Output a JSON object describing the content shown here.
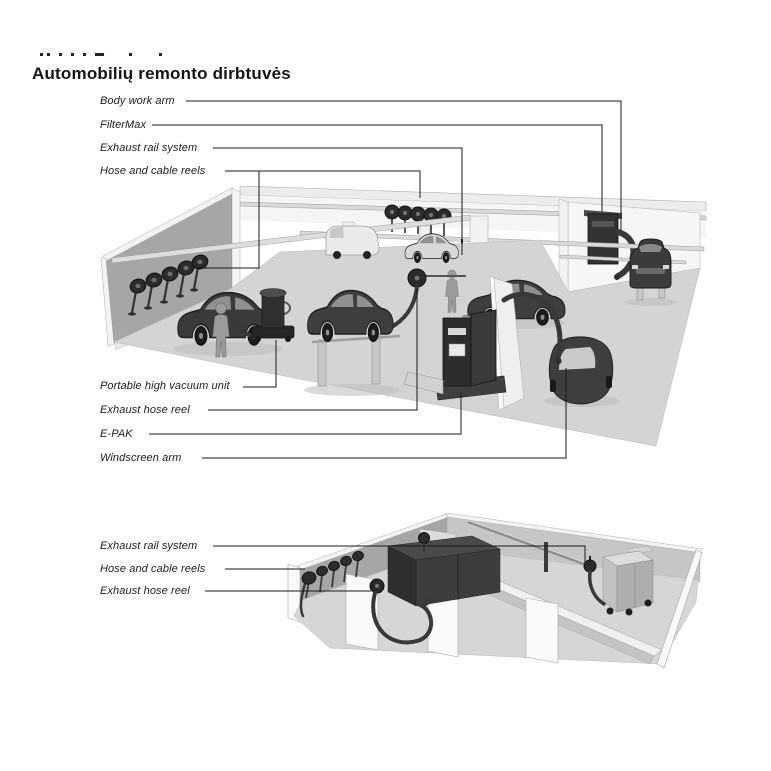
{
  "page": {
    "title": "Automobilių remonto dirbtuvės"
  },
  "upper_diagram": {
    "labels": [
      "Body work arm",
      "FilterMax",
      "Exhaust rail system",
      "Hose and cable reels",
      "Portable high vacuum unit",
      "Exhaust hose reel",
      "E-PAK",
      "Windscreen arm"
    ]
  },
  "lower_diagram": {
    "labels": [
      "Exhaust rail system",
      "Hose and cable reels",
      "Exhaust hose reel"
    ]
  },
  "colors": {
    "ink": "#141414",
    "label_text": "#1c1c1c",
    "leader_line": "#1a1a1a",
    "wall_gray": "#a6a6a6",
    "floor_gray": "#d4d4d4",
    "light_wall": "#f4f4f4",
    "equipment_dark": "#2c2c2c",
    "car_dark": "#3e3e3e"
  }
}
